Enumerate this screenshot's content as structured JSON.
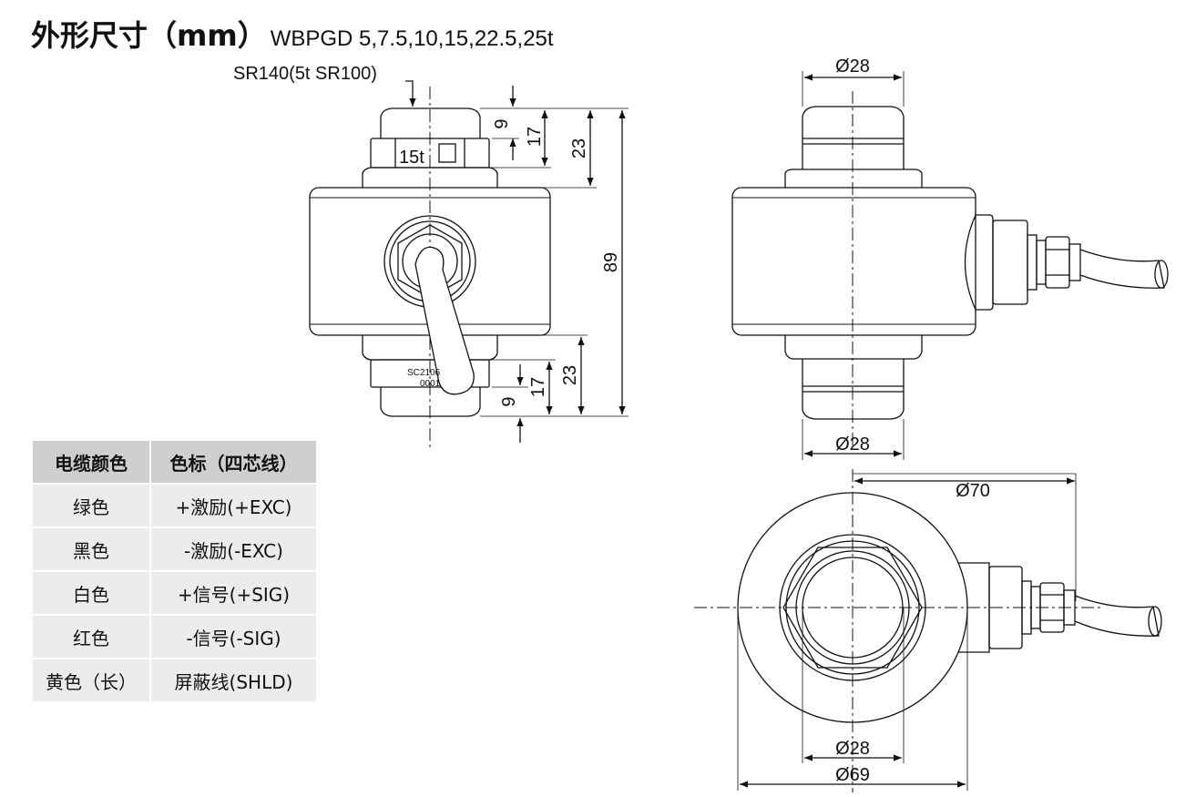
{
  "header": {
    "title": "外形尺寸（mm）",
    "models": "WBPGD 5,7.5,10,15,22.5,25t"
  },
  "front_view": {
    "radius_note": "SR140(5t SR100)",
    "capacity_mark": "15t",
    "serial_line1": "SC2106",
    "serial_line2": "0001",
    "dims": {
      "top_9": "9",
      "top_17": "17",
      "top_23": "23",
      "total_89": "89",
      "bot_23": "23",
      "bot_17": "17",
      "bot_9": "9"
    }
  },
  "side_view": {
    "dia_top": "Ø28",
    "dia_bottom": "Ø28"
  },
  "plan_view": {
    "dia_70": "Ø70",
    "dia_28": "Ø28",
    "dia_69": "Ø69"
  },
  "wire_table": {
    "headers": [
      "电缆颜色",
      "色标（四芯线）"
    ],
    "rows": [
      {
        "color": "绿色",
        "signal": "+激励(+EXC)"
      },
      {
        "color": "黑色",
        "signal": "-激励(-EXC)"
      },
      {
        "color": "白色",
        "signal": "+信号(+SIG)"
      },
      {
        "color": "红色",
        "signal": "-信号(-SIG)"
      },
      {
        "color": "黄色（长）",
        "signal": "屏蔽线(SHLD)"
      }
    ]
  }
}
